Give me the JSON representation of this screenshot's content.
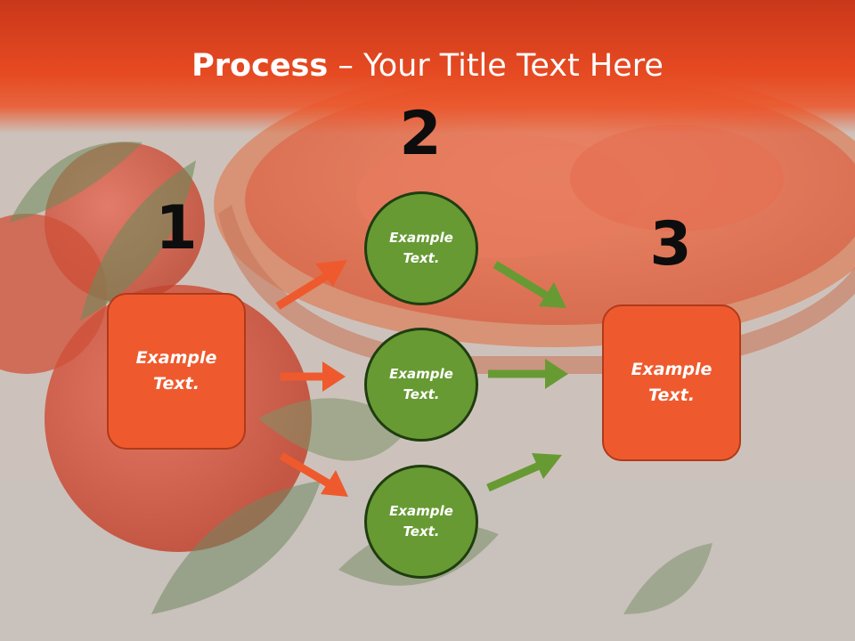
{
  "title": {
    "bold": "Process",
    "rest": " – Your Title Text Here"
  },
  "steps": [
    "1",
    "2",
    "3"
  ],
  "left_box": {
    "text": "Example Text."
  },
  "circles": [
    {
      "text": "Example Text."
    },
    {
      "text": "Example Text."
    },
    {
      "text": "Example Text."
    }
  ],
  "right_box": {
    "text": "Example Text."
  },
  "colors": {
    "title_bar": "#e64a22",
    "box_fill": "#ee5a2e",
    "circle_fill": "#679a33",
    "orange_arrow": "#ee5a2e",
    "green_arrow": "#679a33"
  }
}
